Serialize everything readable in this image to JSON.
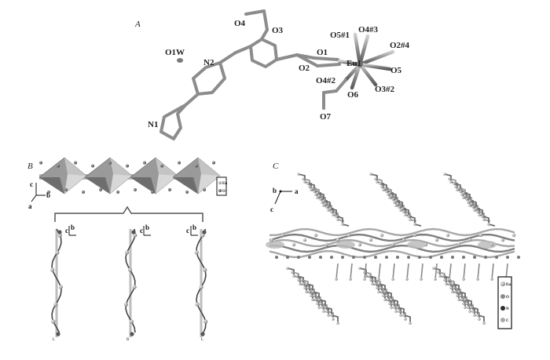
{
  "panels": {
    "a": {
      "label": "A",
      "atoms": {
        "o4": "O4",
        "o3": "O3",
        "o5_1": "O5#1",
        "o4_3": "O4#3",
        "o2_4": "O2#4",
        "o1": "O1",
        "eu1": "Eu1",
        "o1w": "O1W",
        "n2": "N2",
        "o2": "O2",
        "o5": "O5",
        "o4_2": "O4#2",
        "o6": "O6",
        "o3_2": "O3#2",
        "o7": "O7",
        "n1": "N1"
      }
    },
    "b": {
      "label": "B",
      "axes_top": {
        "c": "c",
        "b": "b",
        "a": "a"
      },
      "legend": {
        "eu": "Eu",
        "o": "O"
      },
      "chains": [
        {
          "axis1": "c",
          "axis2": "b",
          "bottom_label": "L"
        },
        {
          "axis1": "c",
          "axis2": "b",
          "bottom_label": "R"
        },
        {
          "axis1": "c",
          "axis2": "b",
          "bottom_label": "L"
        }
      ]
    },
    "c": {
      "label": "C",
      "axes": {
        "b": "b",
        "a": "a",
        "c": "c"
      },
      "legend": {
        "eu": "Eu",
        "o": "O",
        "n": "N",
        "c": "C"
      }
    }
  }
}
